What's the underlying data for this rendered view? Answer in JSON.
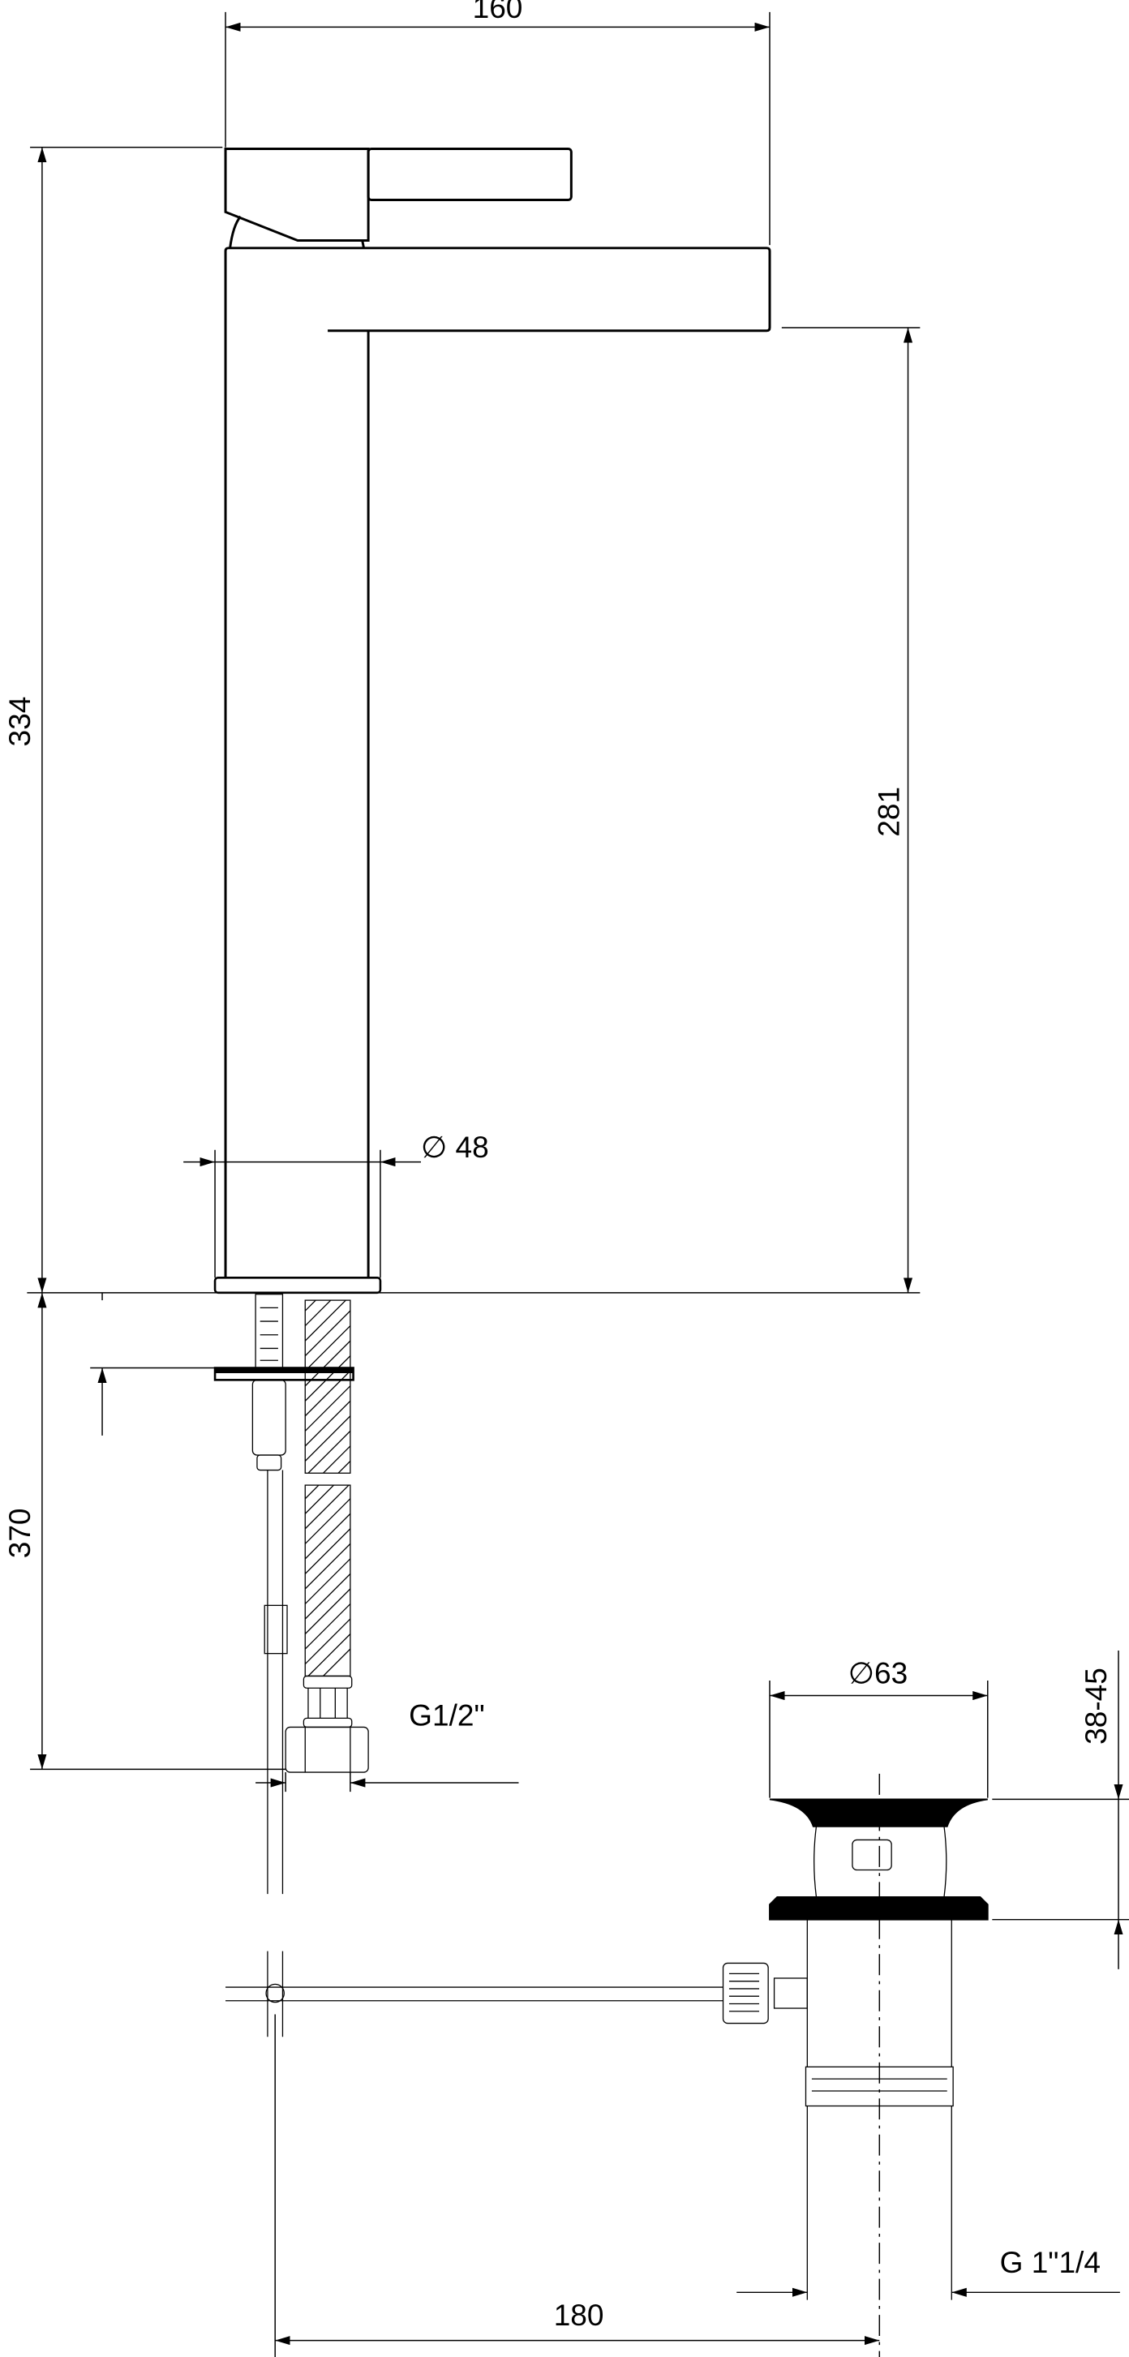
{
  "dimensions": {
    "overall_width": "160",
    "overall_height": "334",
    "spout_height": "281",
    "body_diameter": "∅ 48",
    "below_deck_length": "370",
    "supply_thread": "G1/2\"",
    "drain_diameter": "∅63",
    "drain_deck_thickness": "38-45",
    "drain_thread": "G 1\"1/4",
    "rod_distance": "180"
  },
  "colors": {
    "line": "#000000",
    "background": "#ffffff"
  }
}
